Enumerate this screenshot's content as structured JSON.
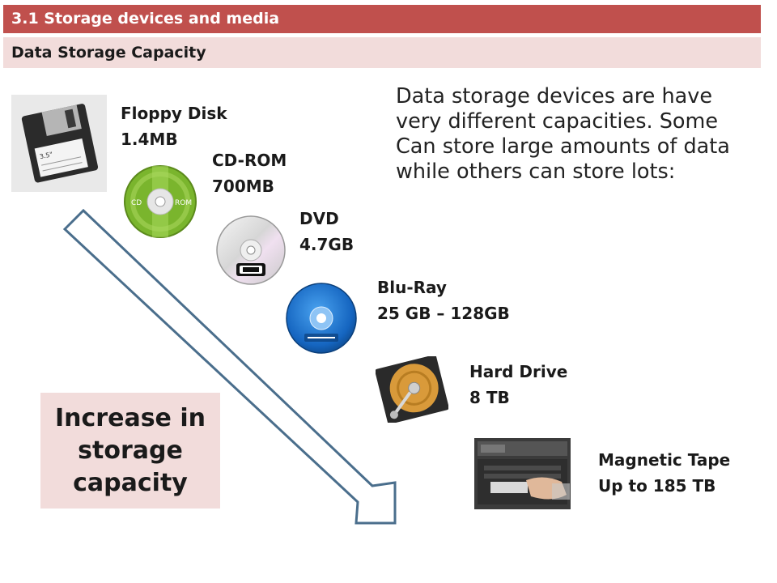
{
  "header": {
    "section_title": "3.1 Storage devices and media",
    "subtitle": "Data Storage Capacity"
  },
  "intro_text": "Data storage devices are have very different capacities. Some Can store large amounts of data while others can store lots:",
  "devices": [
    {
      "name": "Floppy Disk",
      "capacity": "1.4MB",
      "icon": "floppy-disk-icon"
    },
    {
      "name": "CD-ROM",
      "capacity": "700MB",
      "icon": "cd-rom-icon"
    },
    {
      "name": "DVD",
      "capacity": "4.7GB",
      "icon": "dvd-icon"
    },
    {
      "name": "Blu-Ray",
      "capacity": "25 GB – 128GB",
      "icon": "blu-ray-icon"
    },
    {
      "name": "Hard Drive",
      "capacity": "8 TB",
      "icon": "hard-drive-icon"
    },
    {
      "name": "Magnetic Tape",
      "capacity": "Up to 185 TB",
      "icon": "magnetic-tape-icon"
    }
  ],
  "arrow_label": {
    "line1": "Increase in",
    "line2": "storage",
    "line3": "capacity"
  },
  "media_labels": {
    "cd_left": "CD",
    "cd_right": "ROM",
    "floppy_label": "3.5\""
  },
  "colors": {
    "header_bar": "#c0504d",
    "subheader_bar": "#f2dcdb",
    "arrow_stroke": "#4a6e8c",
    "cd_green": "#7ab52d",
    "bluray_blue": "#1565c0"
  }
}
